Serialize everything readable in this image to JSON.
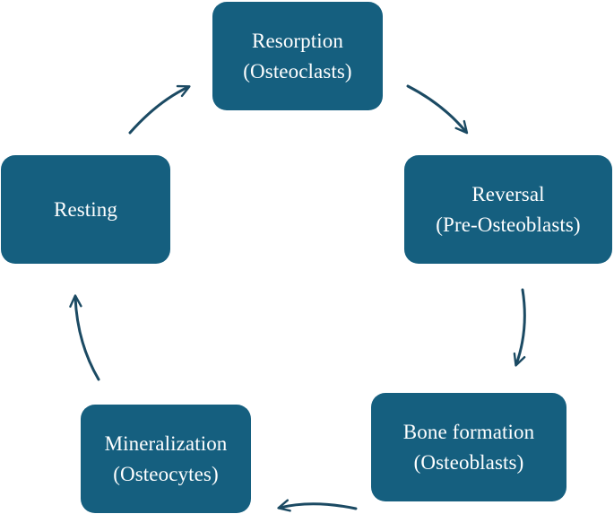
{
  "diagram": {
    "type": "cycle",
    "colors": {
      "node_fill": "#155f7f",
      "node_text": "#ffffff",
      "arrow": "#1b4a63",
      "background": "#ffffff"
    },
    "nodes": [
      {
        "id": "resorption",
        "line1": "Resorption",
        "line2": "(Osteoclasts)"
      },
      {
        "id": "reversal",
        "line1": "Reversal",
        "line2": "(Pre-Osteoblasts)"
      },
      {
        "id": "bone_formation",
        "line1": "Bone formation",
        "line2": "(Osteoblasts)"
      },
      {
        "id": "mineralization",
        "line1": "Mineralization",
        "line2": "(Osteocytes)"
      },
      {
        "id": "resting",
        "line1": "Resting",
        "line2": ""
      }
    ],
    "edges": [
      {
        "from": "resorption",
        "to": "reversal"
      },
      {
        "from": "reversal",
        "to": "bone_formation"
      },
      {
        "from": "bone_formation",
        "to": "mineralization"
      },
      {
        "from": "mineralization",
        "to": "resting"
      },
      {
        "from": "resting",
        "to": "resorption"
      }
    ]
  }
}
